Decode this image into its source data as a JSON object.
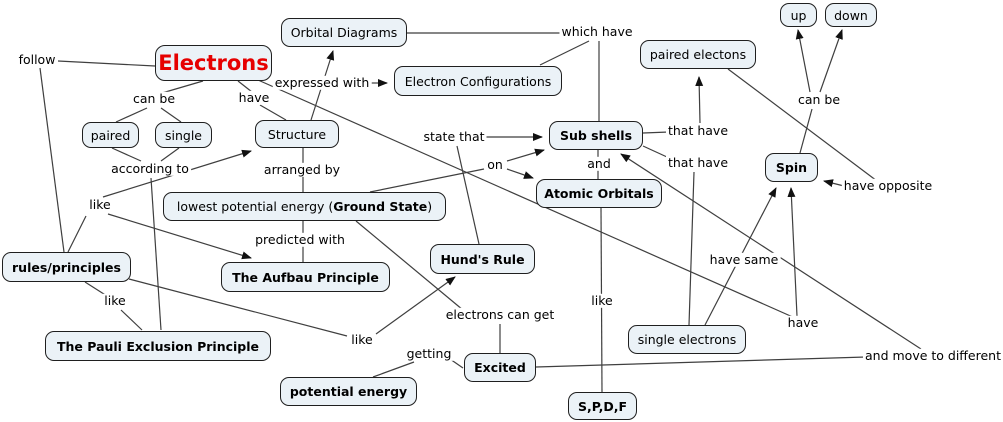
{
  "diagram": {
    "type": "concept-map",
    "topic": "Electrons",
    "colors": {
      "background": "#ffffff",
      "node_fill": "#ebf2f7",
      "node_border": "#1f1f1f",
      "line": "#3f3f3f",
      "root_text": "#e60000",
      "text": "#000000"
    }
  },
  "nodes": [
    {
      "id": "orbital-diagrams",
      "label": "Orbital Diagrams"
    },
    {
      "id": "electrons",
      "label": "Electrons"
    },
    {
      "id": "electron-configurations",
      "label": "Electron Configurations"
    },
    {
      "id": "up",
      "label": "up"
    },
    {
      "id": "down",
      "label": "down"
    },
    {
      "id": "paired-electons",
      "label": "paired electons"
    },
    {
      "id": "paired",
      "label": "paired"
    },
    {
      "id": "single",
      "label": "single"
    },
    {
      "id": "structure",
      "label": "Structure"
    },
    {
      "id": "sub-shells",
      "label": "Sub shells"
    },
    {
      "id": "spin",
      "label": "Spin"
    },
    {
      "id": "atomic-orbitals",
      "label": "Atomic Orbitals"
    },
    {
      "id": "ground-state",
      "label": "lowest potential energy (Ground State)",
      "label_prefix": "lowest potential energy (",
      "label_bold": "Ground State",
      "label_suffix": ")"
    },
    {
      "id": "rules-principles",
      "label": "rules/principles"
    },
    {
      "id": "aufbau-principle",
      "label": "The Aufbau Principle"
    },
    {
      "id": "hunds-rule",
      "label": "Hund's Rule"
    },
    {
      "id": "pauli-exclusion-principle",
      "label": "The Pauli Exclusion Principle"
    },
    {
      "id": "single-electrons",
      "label": "single electrons"
    },
    {
      "id": "potential-energy",
      "label": "potential energy"
    },
    {
      "id": "excited",
      "label": "Excited"
    },
    {
      "id": "spdf",
      "label": "S,P,D,F"
    }
  ],
  "edge_labels": [
    {
      "id": "follow",
      "text": "follow"
    },
    {
      "id": "can-be-1",
      "text": "can be"
    },
    {
      "id": "have-1",
      "text": "have"
    },
    {
      "id": "expressed-with",
      "text": "expressed with"
    },
    {
      "id": "which-have",
      "text": "which have"
    },
    {
      "id": "state-that",
      "text": "state that"
    },
    {
      "id": "on",
      "text": "on"
    },
    {
      "id": "and",
      "text": "and"
    },
    {
      "id": "that-have-1",
      "text": "that have"
    },
    {
      "id": "that-have-2",
      "text": "that have"
    },
    {
      "id": "can-be-2",
      "text": "can be"
    },
    {
      "id": "have-opposite",
      "text": "have opposite"
    },
    {
      "id": "according-to",
      "text": "according to"
    },
    {
      "id": "arranged-by",
      "text": "arranged by"
    },
    {
      "id": "like-1",
      "text": "like"
    },
    {
      "id": "predicted-with",
      "text": "predicted with"
    },
    {
      "id": "like-2",
      "text": "like"
    },
    {
      "id": "like-3",
      "text": "like"
    },
    {
      "id": "like-4",
      "text": "like"
    },
    {
      "id": "electrons-can-get",
      "text": "electrons can get"
    },
    {
      "id": "getting",
      "text": "getting"
    },
    {
      "id": "have-same",
      "text": "have same"
    },
    {
      "id": "have-2",
      "text": "have"
    },
    {
      "id": "and-move-to-different",
      "text": "and move to different"
    }
  ],
  "edges": [
    {
      "from": "Electrons",
      "label": "follow",
      "to": "rules/principles",
      "arrow": false
    },
    {
      "from": "Electrons",
      "label": "can be",
      "to": "paired",
      "arrow": false
    },
    {
      "from": "Electrons",
      "label": "can be",
      "to": "single",
      "arrow": false
    },
    {
      "from": "Electrons",
      "label": "have",
      "to": "Structure",
      "arrow": false
    },
    {
      "from": "Electrons",
      "label": "have",
      "to": "Spin",
      "arrow": true
    },
    {
      "from": "Structure",
      "label": "expressed with",
      "to": "Orbital Diagrams",
      "arrow": true
    },
    {
      "from": "Structure",
      "label": "expressed with",
      "to": "Electron Configurations",
      "arrow": true
    },
    {
      "from": "Orbital Diagrams",
      "label": "which have",
      "to": "Sub shells",
      "arrow": false
    },
    {
      "from": "Electron Configurations",
      "label": "which have",
      "to": "Sub shells",
      "arrow": false
    },
    {
      "from": "Hund's Rule",
      "label": "state that",
      "to": "Sub shells",
      "arrow": true
    },
    {
      "from": "lowest potential energy (Ground State)",
      "label": "on",
      "to": "Sub shells",
      "arrow": true
    },
    {
      "from": "lowest potential energy (Ground State)",
      "label": "on",
      "to": "Atomic Orbitals",
      "arrow": true
    },
    {
      "from": "Sub shells",
      "label": "and",
      "to": "Atomic Orbitals",
      "arrow": false
    },
    {
      "from": "Atomic Orbitals",
      "label": "like",
      "to": "S,P,D,F",
      "arrow": false
    },
    {
      "from": "Sub shells",
      "label": "that have",
      "to": "paired electons",
      "arrow": true
    },
    {
      "from": "Sub shells",
      "label": "that have",
      "to": "single electrons",
      "arrow": false
    },
    {
      "from": "paired electons",
      "label": "have opposite",
      "to": "Spin",
      "arrow": true
    },
    {
      "from": "single electrons",
      "label": "have same",
      "to": "Spin",
      "arrow": true
    },
    {
      "from": "Spin",
      "label": "can be",
      "to": "up",
      "arrow": true
    },
    {
      "from": "Spin",
      "label": "can be",
      "to": "down",
      "arrow": true
    },
    {
      "from": "rules/principles",
      "label": "like",
      "to": "Structure",
      "arrow": true
    },
    {
      "from": "rules/principles",
      "label": "like",
      "to": "The Aufbau Principle",
      "arrow": true
    },
    {
      "from": "rules/principles",
      "label": "like",
      "to": "Hund's Rule",
      "arrow": true
    },
    {
      "from": "rules/principles",
      "label": "like",
      "to": "The Pauli Exclusion Principle",
      "arrow": false
    },
    {
      "from": "paired / single",
      "label": "according to",
      "to": "The Pauli Exclusion Principle",
      "arrow": false
    },
    {
      "from": "Structure",
      "label": "arranged by",
      "to": "lowest potential energy (Ground State)",
      "arrow": false
    },
    {
      "from": "lowest potential energy (Ground State)",
      "label": "predicted with",
      "to": "The Aufbau Principle",
      "arrow": false
    },
    {
      "from": "lowest potential energy (Ground State)",
      "label": "electrons can get",
      "to": "Excited",
      "arrow": false
    },
    {
      "from": "Excited",
      "label": "getting",
      "to": "potential energy",
      "arrow": false
    },
    {
      "from": "Excited",
      "label": "and move to different",
      "to": "Sub shells",
      "arrow": true
    }
  ]
}
